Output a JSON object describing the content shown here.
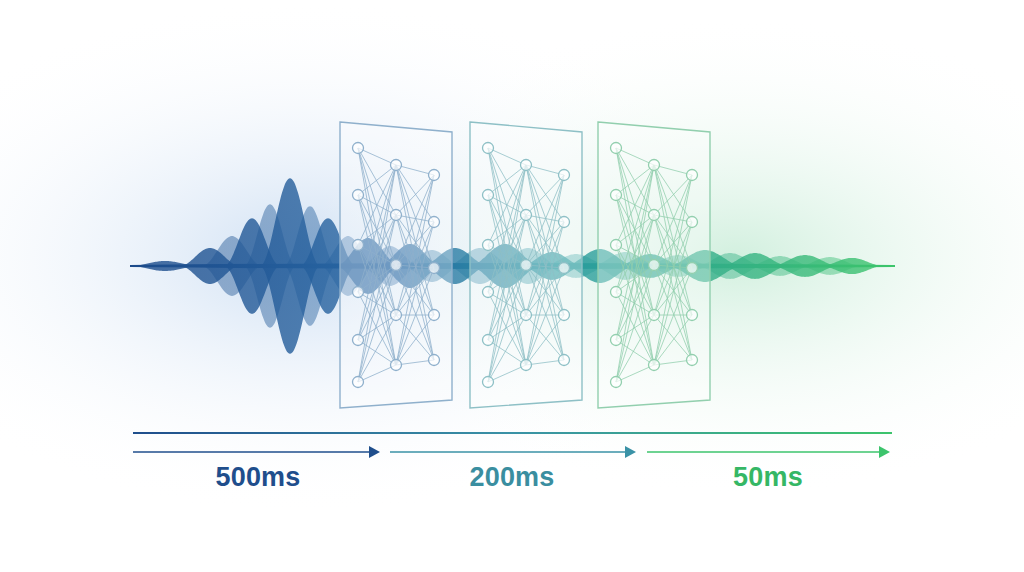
{
  "diagram": {
    "labels": [
      "500ms",
      "200ms",
      "50ms"
    ]
  }
}
